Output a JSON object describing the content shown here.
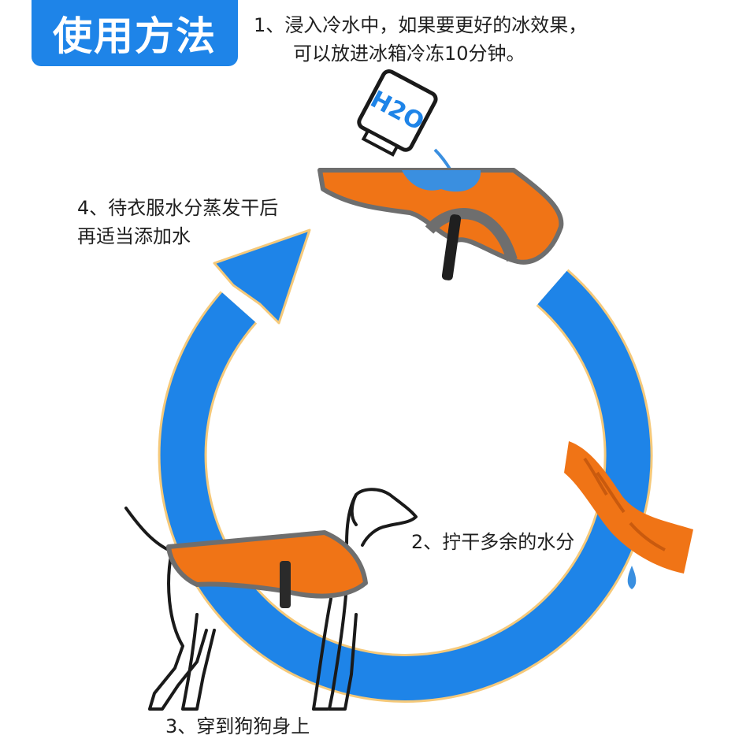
{
  "title": "使用方法",
  "steps": {
    "s1_line1": "1、浸入冷水中，如果要更好的冰效果，",
    "s1_line2": "可以放进冰箱冷冻10分钟。",
    "s2": "2、拧干多余的水分",
    "s3": "3、穿到狗狗身上",
    "s4_line1": "4、待衣服水分蒸发干后",
    "s4_line2": "再适当添加水"
  },
  "bottle_label": "H2O",
  "colors": {
    "accent_blue": "#1e84e8",
    "cycle_outline": "#f5c97a",
    "vest_orange": "#f07416",
    "vest_trim": "#6e6e6e",
    "water_blue": "#3a8fe0"
  }
}
